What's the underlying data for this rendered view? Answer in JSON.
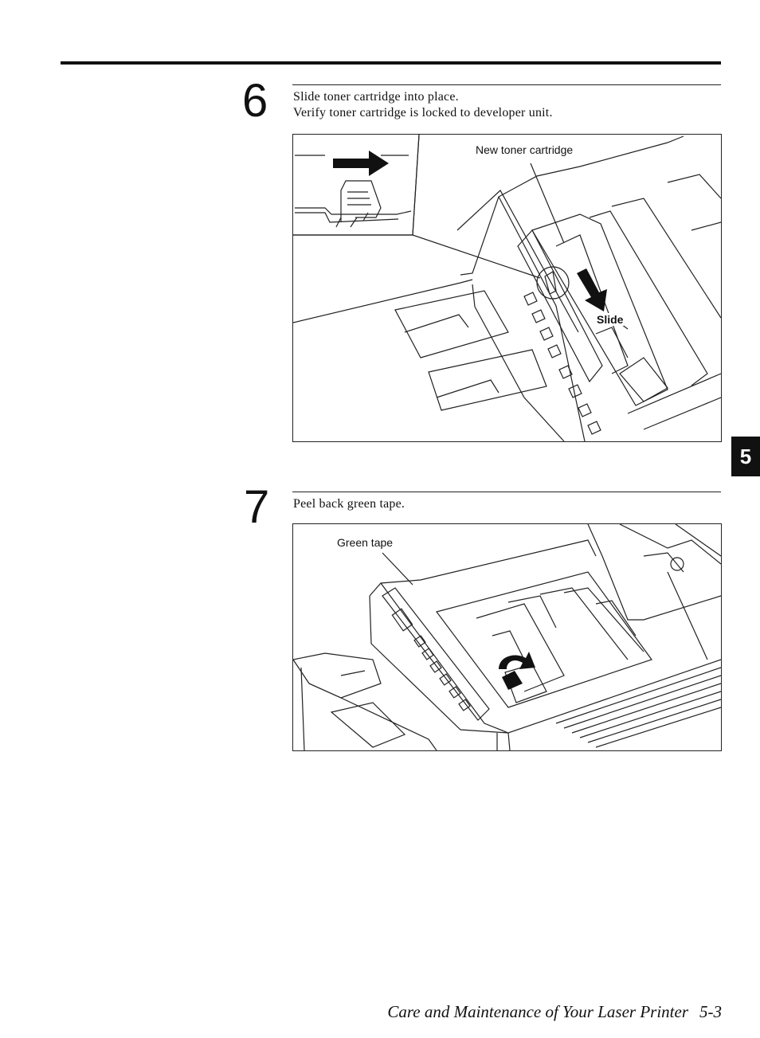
{
  "steps": [
    {
      "number": "6",
      "lines": [
        "Slide toner cartridge into place.",
        "Verify toner cartridge is locked to developer unit."
      ],
      "callouts": [
        "New toner cartridge",
        "Slide"
      ]
    },
    {
      "number": "7",
      "lines": [
        "Peel back green tape."
      ],
      "callouts": [
        "Green tape"
      ]
    }
  ],
  "chapter_tab": "5",
  "footer": {
    "title": "Care and Maintenance of Your Laser Printer",
    "page": "5-3"
  }
}
